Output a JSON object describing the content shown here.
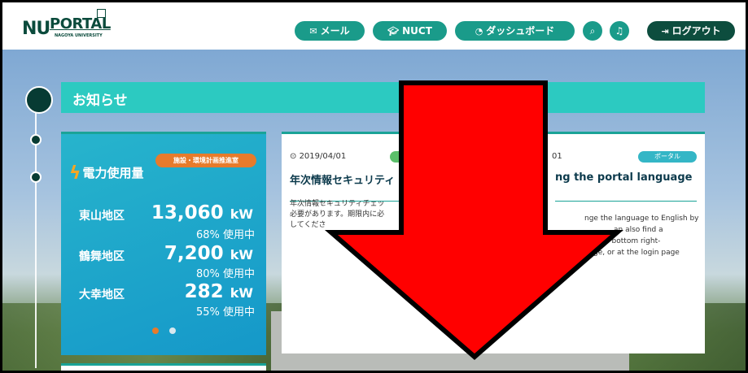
{
  "header": {
    "logo_nu": "NU",
    "logo_portal": "PORTAL",
    "logo_sub": "NAGOYA UNIVERSITY",
    "buttons": {
      "mail": "メール",
      "nuct": "NUCT",
      "dashboard": "ダッシュボード",
      "logout": "ログアウト"
    }
  },
  "section": {
    "title": "お知らせ"
  },
  "power": {
    "tag": "施設・環境計画推進室",
    "title": "電力使用量",
    "areas": [
      {
        "name": "東山地区",
        "value": "13,060",
        "unit": "kW",
        "usage": "68% 使用中"
      },
      {
        "name": "鶴舞地区",
        "value": "7,200",
        "unit": "kW",
        "usage": "80% 使用中"
      },
      {
        "name": "大幸地区",
        "value": "282",
        "unit": "kW",
        "usage": "55% 使用中"
      }
    ]
  },
  "news": [
    {
      "date": "2019/04/01",
      "title": "年次情報セキュリティ",
      "body": [
        "年次情報セキュリティチェッ",
        "必要があります。期限内に必",
        "してくださ"
      ]
    },
    {
      "date": "01",
      "tag": "ポータル",
      "title": "ng the portal language",
      "body": [
        "nge the language to English by",
        "an also find a",
        "at the bottom right-",
        "ge, or at the login page"
      ]
    }
  ],
  "colors": {
    "teal": "#1a9b8a",
    "dark_green": "#0d4d3e",
    "banner": "#2ccac1",
    "arrow": "#ff0000"
  }
}
